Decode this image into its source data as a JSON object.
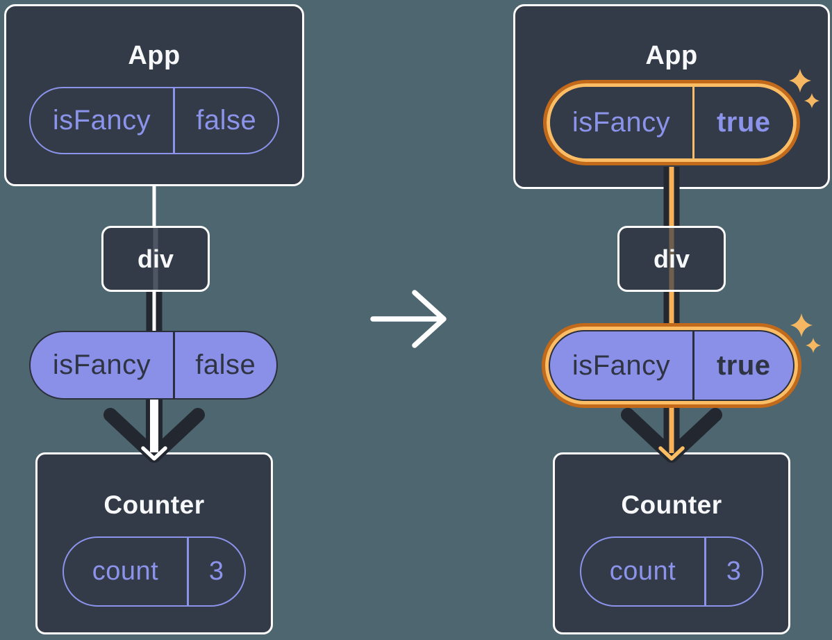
{
  "before": {
    "app": {
      "title": "App",
      "prop_name": "isFancy",
      "prop_value": "false"
    },
    "div_label": "div",
    "passed_prop": {
      "name": "isFancy",
      "value": "false"
    },
    "counter": {
      "title": "Counter",
      "state_name": "count",
      "state_value": "3"
    }
  },
  "after": {
    "app": {
      "title": "App",
      "prop_name": "isFancy",
      "prop_value": "true"
    },
    "div_label": "div",
    "passed_prop": {
      "name": "isFancy",
      "value": "true"
    },
    "counter": {
      "title": "Counter",
      "state_name": "count",
      "state_value": "3"
    }
  },
  "colors": {
    "background": "#4D6670",
    "card": "#343B48",
    "card_border": "#FDFDFE",
    "purple": "#8B93EB",
    "purple_fill": "#8A90E8",
    "dark_line": "#23272F",
    "orange_dark": "#C2691A",
    "orange_light": "#FCBD64",
    "orange_line": "#F8B157",
    "white": "#FFFFFF"
  }
}
